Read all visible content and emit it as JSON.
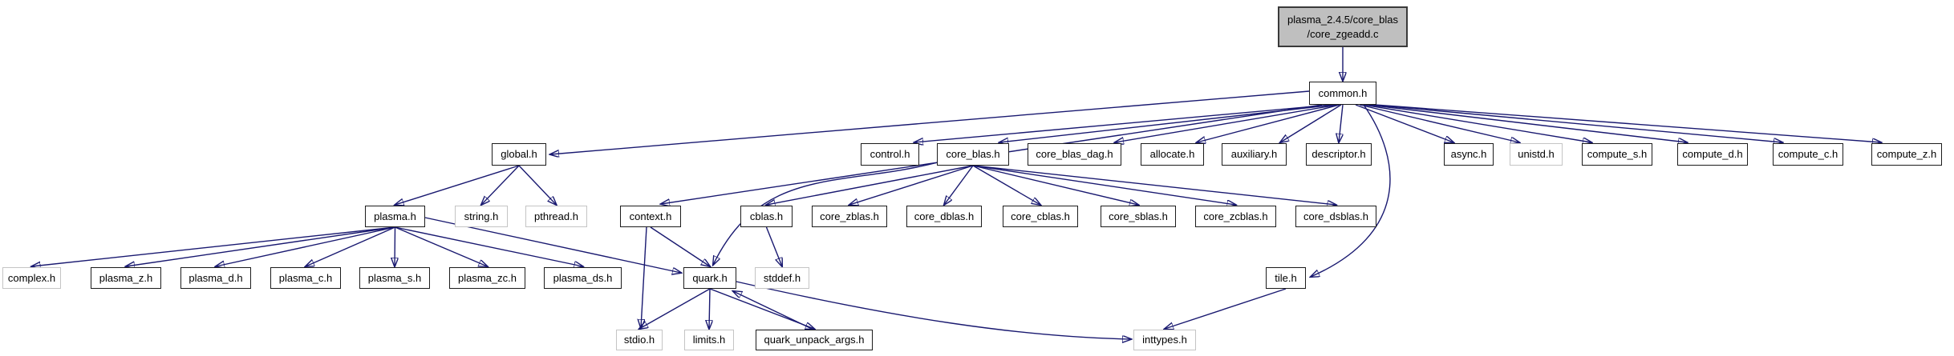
{
  "diagram": {
    "kind": "include-dependency-graph",
    "colors": {
      "edge": "#191970",
      "node_border": "#1c1c1c",
      "external_border": "#c4c4c4",
      "node_fill": "#ffffff",
      "root_fill": "#bfbfbf",
      "text": "#000000"
    },
    "nodes": [
      {
        "id": "root",
        "label": "plasma_2.4.5/core_blas\n/core_zgeadd.c",
        "external": false
      },
      {
        "id": "common",
        "label": "common.h",
        "external": false
      },
      {
        "id": "global",
        "label": "global.h",
        "external": false
      },
      {
        "id": "control",
        "label": "control.h",
        "external": false
      },
      {
        "id": "core_blas",
        "label": "core_blas.h",
        "external": false
      },
      {
        "id": "core_blas_dag",
        "label": "core_blas_dag.h",
        "external": false
      },
      {
        "id": "allocate",
        "label": "allocate.h",
        "external": false
      },
      {
        "id": "auxiliary",
        "label": "auxiliary.h",
        "external": false
      },
      {
        "id": "descriptor",
        "label": "descriptor.h",
        "external": false
      },
      {
        "id": "async",
        "label": "async.h",
        "external": false
      },
      {
        "id": "unistd",
        "label": "unistd.h",
        "external": true
      },
      {
        "id": "compute_s",
        "label": "compute_s.h",
        "external": false
      },
      {
        "id": "compute_d",
        "label": "compute_d.h",
        "external": false
      },
      {
        "id": "compute_c",
        "label": "compute_c.h",
        "external": false
      },
      {
        "id": "compute_z",
        "label": "compute_z.h",
        "external": false
      },
      {
        "id": "plasma",
        "label": "plasma.h",
        "external": false
      },
      {
        "id": "string",
        "label": "string.h",
        "external": true
      },
      {
        "id": "pthread",
        "label": "pthread.h",
        "external": true
      },
      {
        "id": "context",
        "label": "context.h",
        "external": false
      },
      {
        "id": "cblas",
        "label": "cblas.h",
        "external": false
      },
      {
        "id": "core_zblas",
        "label": "core_zblas.h",
        "external": false
      },
      {
        "id": "core_dblas",
        "label": "core_dblas.h",
        "external": false
      },
      {
        "id": "core_cblas",
        "label": "core_cblas.h",
        "external": false
      },
      {
        "id": "core_sblas",
        "label": "core_sblas.h",
        "external": false
      },
      {
        "id": "core_zcblas",
        "label": "core_zcblas.h",
        "external": false
      },
      {
        "id": "core_dsblas",
        "label": "core_dsblas.h",
        "external": false
      },
      {
        "id": "complex",
        "label": "complex.h",
        "external": true
      },
      {
        "id": "plasma_z",
        "label": "plasma_z.h",
        "external": false
      },
      {
        "id": "plasma_d",
        "label": "plasma_d.h",
        "external": false
      },
      {
        "id": "plasma_c",
        "label": "plasma_c.h",
        "external": false
      },
      {
        "id": "plasma_s",
        "label": "plasma_s.h",
        "external": false
      },
      {
        "id": "plasma_zc",
        "label": "plasma_zc.h",
        "external": false
      },
      {
        "id": "plasma_ds",
        "label": "plasma_ds.h",
        "external": false
      },
      {
        "id": "quark",
        "label": "quark.h",
        "external": false
      },
      {
        "id": "stddef",
        "label": "stddef.h",
        "external": true
      },
      {
        "id": "tile",
        "label": "tile.h",
        "external": false
      },
      {
        "id": "stdio",
        "label": "stdio.h",
        "external": true
      },
      {
        "id": "limits",
        "label": "limits.h",
        "external": true
      },
      {
        "id": "quark_unpack_args",
        "label": "quark_unpack_args.h",
        "external": false
      },
      {
        "id": "inttypes",
        "label": "inttypes.h",
        "external": true
      }
    ],
    "edges": [
      [
        "root",
        "common"
      ],
      [
        "common",
        "global"
      ],
      [
        "common",
        "control"
      ],
      [
        "common",
        "core_blas"
      ],
      [
        "common",
        "core_blas_dag"
      ],
      [
        "common",
        "allocate"
      ],
      [
        "common",
        "auxiliary"
      ],
      [
        "common",
        "descriptor"
      ],
      [
        "common",
        "async"
      ],
      [
        "common",
        "unistd"
      ],
      [
        "common",
        "compute_s"
      ],
      [
        "common",
        "compute_d"
      ],
      [
        "common",
        "compute_c"
      ],
      [
        "common",
        "compute_z"
      ],
      [
        "common",
        "context"
      ],
      [
        "common",
        "tile"
      ],
      [
        "global",
        "plasma"
      ],
      [
        "global",
        "string"
      ],
      [
        "global",
        "pthread"
      ],
      [
        "plasma",
        "complex"
      ],
      [
        "plasma",
        "plasma_z"
      ],
      [
        "plasma",
        "plasma_d"
      ],
      [
        "plasma",
        "plasma_c"
      ],
      [
        "plasma",
        "plasma_s"
      ],
      [
        "plasma",
        "plasma_zc"
      ],
      [
        "plasma",
        "plasma_ds"
      ],
      [
        "plasma",
        "quark"
      ],
      [
        "context",
        "quark"
      ],
      [
        "context",
        "stdio"
      ],
      [
        "core_blas",
        "cblas"
      ],
      [
        "core_blas",
        "core_zblas"
      ],
      [
        "core_blas",
        "core_dblas"
      ],
      [
        "core_blas",
        "core_cblas"
      ],
      [
        "core_blas",
        "core_sblas"
      ],
      [
        "core_blas",
        "core_zcblas"
      ],
      [
        "core_blas",
        "core_dsblas"
      ],
      [
        "core_blas",
        "quark"
      ],
      [
        "cblas",
        "stddef"
      ],
      [
        "quark",
        "stdio"
      ],
      [
        "quark",
        "limits"
      ],
      [
        "quark",
        "quark_unpack_args"
      ],
      [
        "quark",
        "inttypes"
      ],
      [
        "quark_unpack_args",
        "quark"
      ],
      [
        "tile",
        "inttypes"
      ]
    ]
  }
}
